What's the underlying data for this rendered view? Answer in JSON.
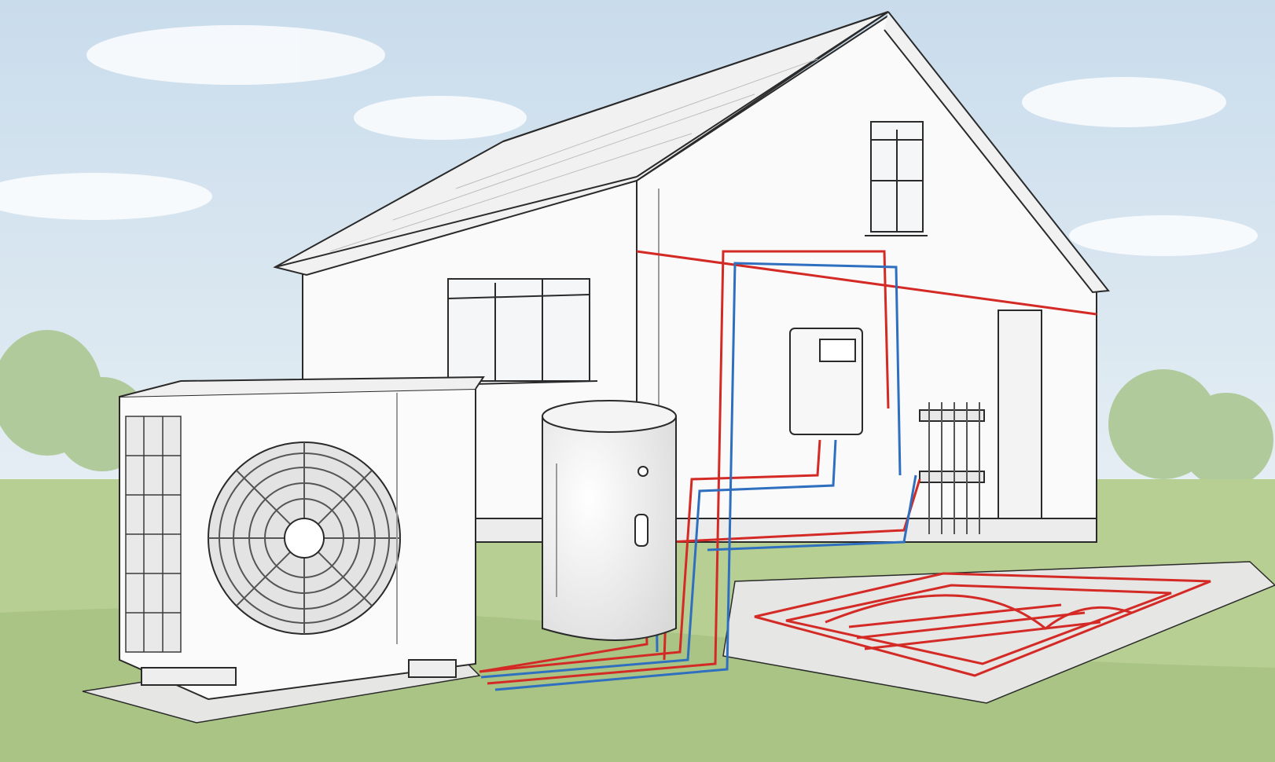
{
  "colors": {
    "sky_top": "#c9dcec",
    "sky_bottom": "#e8f0f4",
    "grass": "#b7cf93",
    "grass_dark": "#8fae6c",
    "tree": "#a9c58e",
    "wall": "#fafafa",
    "roof": "#f1f1f1",
    "line": "#2a2a2a",
    "pipe_hot": "#d42a26",
    "pipe_cold": "#2f6fc0",
    "slab": "#e6e6e4"
  },
  "icons": {
    "heat_pump": "outdoor-heat-pump-unit",
    "fan": "fan-icon",
    "tank": "hot-water-cylinder",
    "controller": "wall-controller-box",
    "manifold": "underfloor-manifold",
    "floor_loop": "underfloor-heating-loop"
  }
}
